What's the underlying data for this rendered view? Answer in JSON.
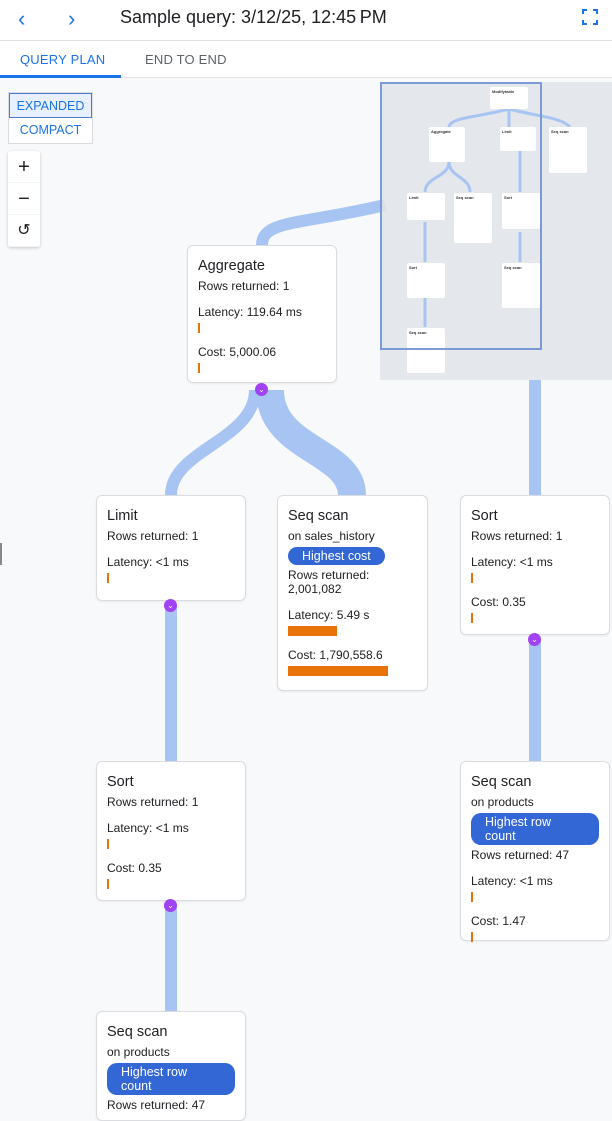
{
  "header": {
    "title": "Sample query: 3/12/25, 12:45 PM",
    "back_icon": "chevron-left-icon",
    "forward_icon": "chevron-right-icon",
    "fullscreen_icon": "fullscreen-icon"
  },
  "tabs": [
    {
      "label": "QUERY PLAN",
      "active": true
    },
    {
      "label": "END TO END",
      "active": false
    }
  ],
  "view_mode": {
    "options": [
      "EXPANDED",
      "COMPACT"
    ],
    "selected": "EXPANDED"
  },
  "zoom_controls": {
    "zoom_in": "+",
    "zoom_out": "−",
    "reset": "↺"
  },
  "colors": {
    "accent": "#1a73e8",
    "badge": "#3367d6",
    "bar": "#e8710a",
    "edge": "#a8c4f2",
    "expand": "#a142f4"
  },
  "nodes": {
    "aggregate": {
      "title": "Aggregate",
      "rows": "Rows returned: 1",
      "latency": "Latency: 119.64 ms",
      "cost": "Cost: 5,000.06"
    },
    "limit": {
      "title": "Limit",
      "rows": "Rows returned: 1",
      "latency": "Latency: <1 ms"
    },
    "seq_sales": {
      "title": "Seq scan",
      "on": "on sales_history",
      "badge": "Highest cost",
      "rows": "Rows returned:",
      "rows_value": "2,001,082",
      "latency": "Latency: 5.49 s",
      "cost": "Cost: 1,790,558.6"
    },
    "sort_right": {
      "title": "Sort",
      "rows": "Rows returned: 1",
      "latency": "Latency: <1 ms",
      "cost": "Cost: 0.35"
    },
    "sort_left": {
      "title": "Sort",
      "rows": "Rows returned: 1",
      "latency": "Latency: <1 ms",
      "cost": "Cost: 0.35"
    },
    "seq_products_right": {
      "title": "Seq scan",
      "on": "on products",
      "badge": "Highest row count",
      "rows": "Rows returned: 47",
      "latency": "Latency: <1 ms",
      "cost": "Cost: 1.47"
    },
    "seq_products_bottom": {
      "title": "Seq scan",
      "on": "on products",
      "badge": "Highest row count",
      "rows": "Rows returned: 47"
    }
  },
  "minimap": {
    "nodes": [
      "Modifytable",
      "Aggregate",
      "Limit",
      "Seq scan",
      "Limit",
      "Seq scan",
      "Sort",
      "Sort",
      "Seq scan",
      "Seq scan"
    ]
  }
}
